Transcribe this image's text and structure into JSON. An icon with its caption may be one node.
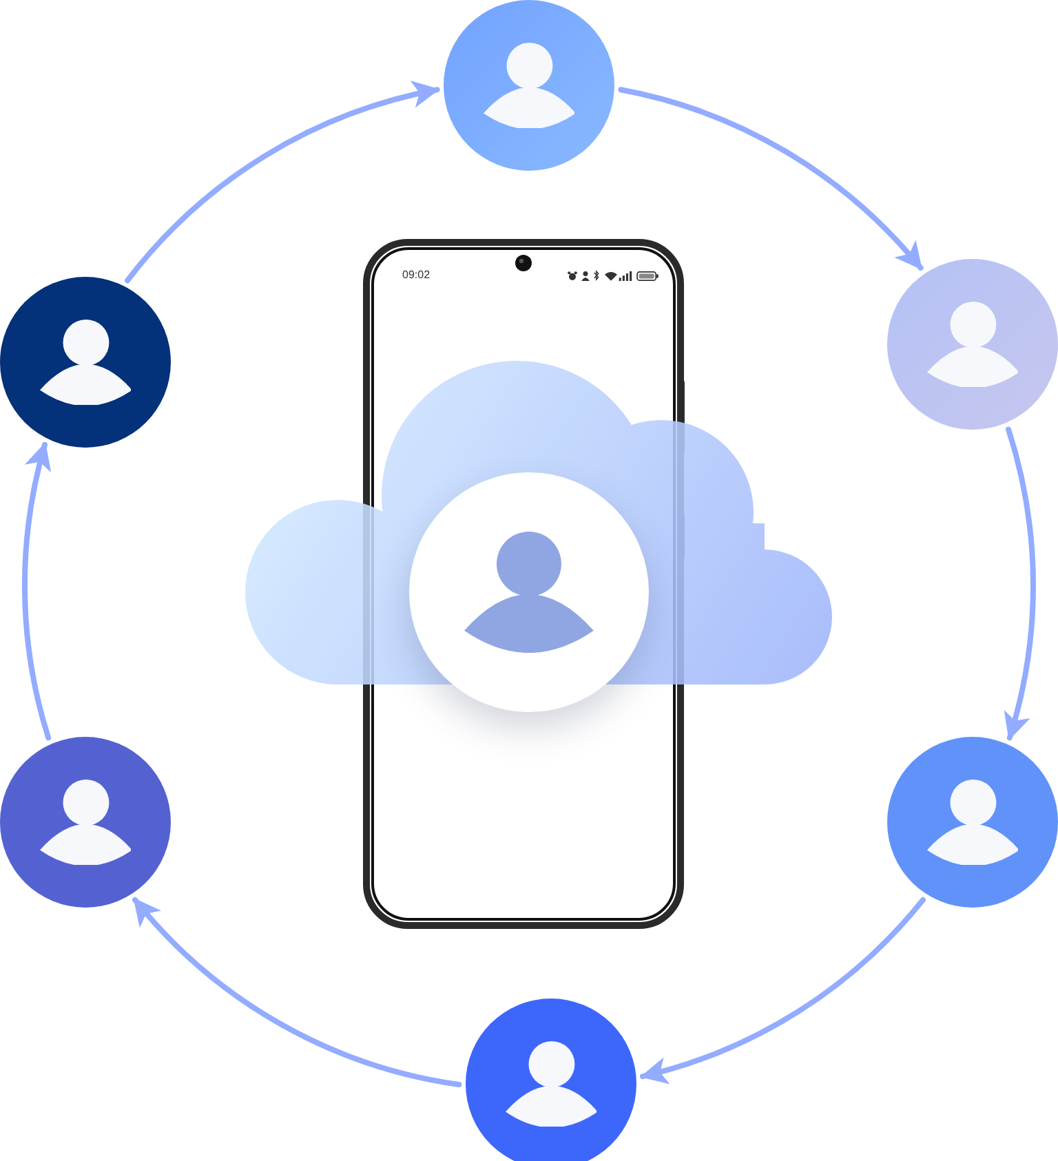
{
  "diagram": {
    "nodes": [
      {
        "text": [],
        "shape": "person"
      },
      {
        "text": [],
        "shape": "person"
      },
      {
        "text": [],
        "shape": "person"
      },
      {
        "text": [],
        "shape": "person"
      },
      {
        "text": [],
        "shape": "person"
      },
      {
        "text": [],
        "shape": "person"
      },
      {
        "text": [],
        "shape": "person"
      }
    ],
    "edges": [
      {
        "from": 0,
        "to": 1,
        "arrow": "to"
      },
      {
        "from": 1,
        "to": 2,
        "arrow": "to"
      },
      {
        "from": 2,
        "to": 3,
        "arrow": "to"
      },
      {
        "from": 3,
        "to": 4,
        "arrow": "to"
      },
      {
        "from": 4,
        "to": 5,
        "arrow": "to"
      },
      {
        "from": 5,
        "to": 0,
        "arrow": "to"
      }
    ],
    "labels": [
      "09:02"
    ]
  }
}
